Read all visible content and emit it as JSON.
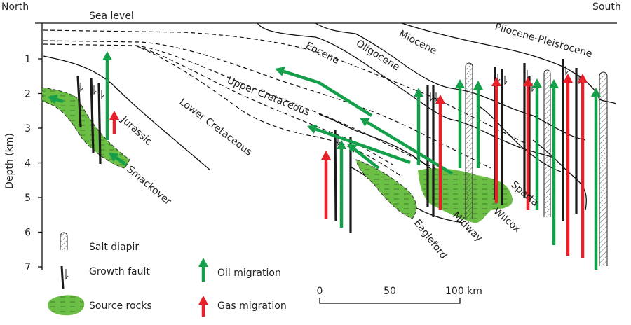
{
  "header": {
    "north": "North",
    "south": "South",
    "sea_level": "Sea level"
  },
  "axis": {
    "label": "Depth (km)",
    "ticks": [
      "1",
      "2",
      "3",
      "4",
      "5",
      "6",
      "7"
    ]
  },
  "formations": {
    "jurassic": "Jurassic",
    "smackover": "Smackover",
    "lower_cretaceous": "Lower Cretaceous",
    "upper_cretaceous": "Upper Cretaceous",
    "eocene": "Eocene",
    "oligocene": "Oligocene",
    "miocene": "Miocene",
    "pliocene_pleistocene": "Pliocene-Pleistocene",
    "eagleford": "Eagleford",
    "midway": "Midway",
    "wilcox": "Wilcox",
    "sparta": "Sparta"
  },
  "legend": {
    "salt_diapir": "Salt diapir",
    "growth_fault": "Growth fault",
    "source_rocks": "Source rocks",
    "oil_migration": "Oil migration",
    "gas_migration": "Gas migration"
  },
  "scale_bar": {
    "ticks": [
      "0",
      "50",
      "100 km"
    ]
  },
  "colors": {
    "oil": "#14a04a",
    "gas": "#e8202a",
    "source_rock": "#6cbf45",
    "fault": "#1a1a1a"
  }
}
